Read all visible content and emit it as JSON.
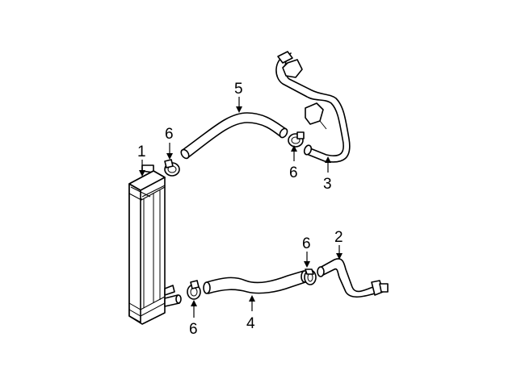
{
  "callouts": {
    "c1": "1",
    "c2": "2",
    "c3": "3",
    "c4": "4",
    "c5": "5",
    "c6a": "6",
    "c6b": "6",
    "c6c": "6",
    "c6d": "6"
  },
  "colors": {
    "line": "#000000",
    "background": "#ffffff"
  }
}
